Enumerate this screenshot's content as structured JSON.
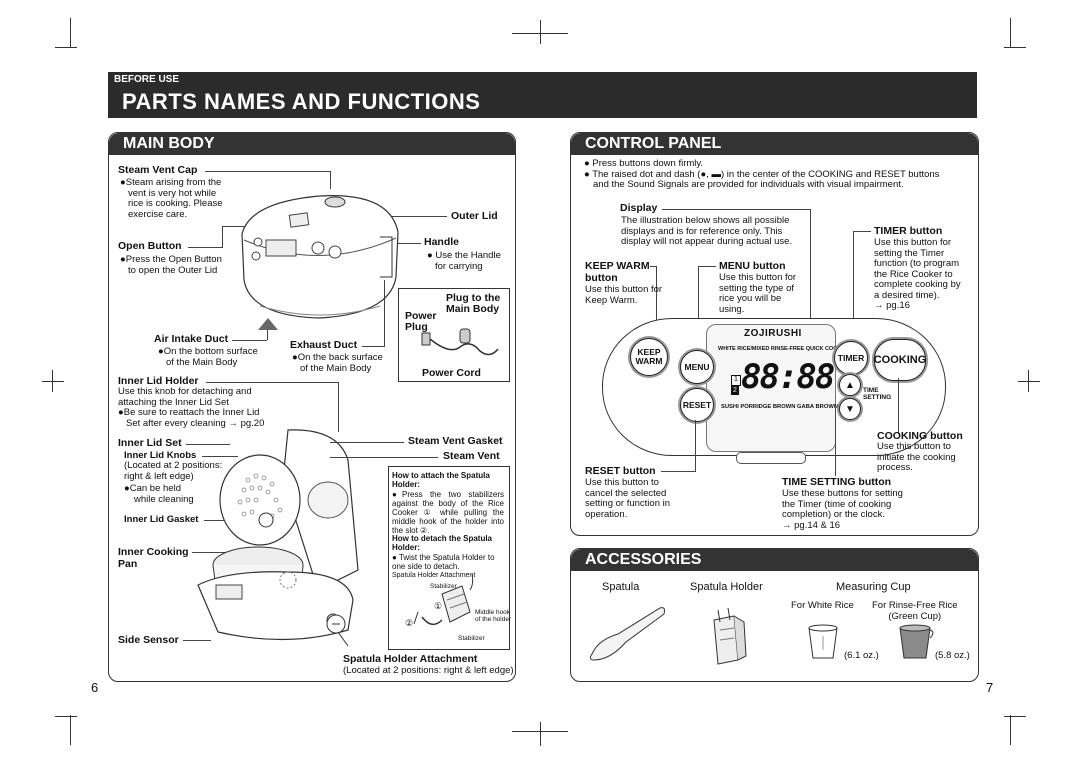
{
  "header": {
    "section": "BEFORE USE",
    "title": "PARTS NAMES AND FUNCTIONS"
  },
  "main_body": {
    "heading": "MAIN BODY",
    "steam_vent_cap": {
      "label": "Steam Vent Cap",
      "desc": [
        "●Steam arising from the",
        "vent is very hot while",
        "rice is cooking. Please",
        "exercise care."
      ]
    },
    "outer_lid": "Outer Lid",
    "open_button": {
      "label": "Open Button",
      "desc": [
        "●Press the Open Button",
        "to open the Outer Lid"
      ]
    },
    "handle": {
      "label": "Handle",
      "desc": [
        "● Use the Handle",
        "for carrying"
      ]
    },
    "plug": {
      "main_body": "Plug to the\nMain Body",
      "power_plug": "Power\nPlug",
      "cord": "Power Cord"
    },
    "air_intake": {
      "label": "Air Intake Duct",
      "desc": [
        "●On the bottom surface",
        "of the Main Body"
      ]
    },
    "exhaust": {
      "label": "Exhaust Duct",
      "desc": [
        "●On the back surface",
        "of the Main Body"
      ]
    },
    "inner_lid_holder": {
      "label": "Inner Lid Holder",
      "desc": [
        "Use this knob for detaching and",
        "attaching the Inner Lid Set",
        "●Be sure to reattach the Inner Lid",
        "Set after every cleaning → pg.20"
      ]
    },
    "inner_lid_set": "Inner Lid Set",
    "inner_lid_knobs": {
      "label": "Inner Lid Knobs",
      "desc": [
        "(Located at 2 positions:",
        "right & left edge)",
        "●Can be held",
        "while cleaning"
      ]
    },
    "steam_vent_gasket": "Steam Vent Gasket",
    "steam_vent": "Steam Vent",
    "inner_lid_gasket": "Inner Lid Gasket",
    "inner_cooking_pan": "Inner Cooking\nPan",
    "side_sensor": "Side Sensor",
    "spatula_holder_attachment": {
      "label": "Spatula Holder Attachment",
      "desc": "(Located at 2 positions: right & left edge)"
    },
    "howto": {
      "attach_title": "How to attach the Spatula Holder:",
      "attach_desc": "●Press the two stabilizers against the body of the Rice Cooker ① while pulling the middle hook of the holder into the slot ②.",
      "detach_title": "How to detach the Spatula Holder:",
      "detach_desc": "● Twist the Spatula Holder to one side to detach.",
      "fig_title": "Spatula Holder Attachment",
      "stabilizer": "Stabilizer",
      "middle_hook": "Middle hook\nof the holder",
      "n1": "①",
      "n2": "②"
    }
  },
  "control_panel": {
    "heading": "CONTROL PANEL",
    "notes": [
      "● Press buttons down firmly.",
      "● The raised dot and dash (●, ▬) in the center of the COOKING and RESET buttons",
      "and the Sound Signals are provided for individuals with visual impairment."
    ],
    "display": {
      "label": "Display",
      "desc": [
        "The illustration below shows all possible",
        "displays and is for reference only. This",
        "display will not appear during actual use."
      ]
    },
    "keep_warm": {
      "label": "KEEP WARM\nbutton",
      "desc": [
        "Use this button for",
        "Keep Warm."
      ]
    },
    "menu": {
      "label": "MENU button",
      "desc": [
        "Use this button for",
        "setting the type of",
        "rice you will be",
        "using."
      ]
    },
    "timer": {
      "label": "TIMER button",
      "desc": [
        "Use this button for",
        "setting the Timer",
        "function (to program",
        "the Rice Cooker to",
        "complete cooking by",
        "a desired time).",
        "→ pg.16"
      ]
    },
    "cooking": {
      "label": "COOKING button",
      "desc": [
        "Use this button to",
        "initiate the cooking",
        "process."
      ]
    },
    "reset": {
      "label": "RESET button",
      "desc": [
        "Use this button to",
        "cancel the selected",
        "setting or function in",
        "operation."
      ]
    },
    "time_setting": {
      "label": "TIME SETTING button",
      "desc": [
        "Use these buttons for setting",
        "the Timer (time of cooking",
        "completion) or the clock.",
        "→ pg.14 & 16"
      ]
    },
    "panel_labels": {
      "brand": "ZOJIRUSHI",
      "keep_warm": "KEEP\nWARM",
      "menu": "MENU",
      "reset": "RESET",
      "timer": "TIMER",
      "cooking": "COOKING",
      "time_setting": "TIME\nSETTING",
      "top_menu": "WHITE RICE/MIXED  RINSE-FREE QUICK COOKING",
      "bottom_menu": "SUSHI  PORRIDGE  BROWN  GABA BROWN",
      "digits": "88:88",
      "d1": "1",
      "d2": "2"
    }
  },
  "accessories": {
    "heading": "ACCESSORIES",
    "spatula": "Spatula",
    "spatula_holder": "Spatula Holder",
    "measuring_cup": "Measuring Cup",
    "white_rice": "For White Rice",
    "rinse_free": "For Rinse-Free Rice\n(Green Cup)",
    "oz1": "(6.1 oz.)",
    "oz2": "(5.8 oz.)"
  },
  "pages": {
    "left": "6",
    "right": "7"
  },
  "colors": {
    "banner": "#2b2b2b",
    "heading_bg": "#333333",
    "green_cup": "#8a8a8a"
  }
}
